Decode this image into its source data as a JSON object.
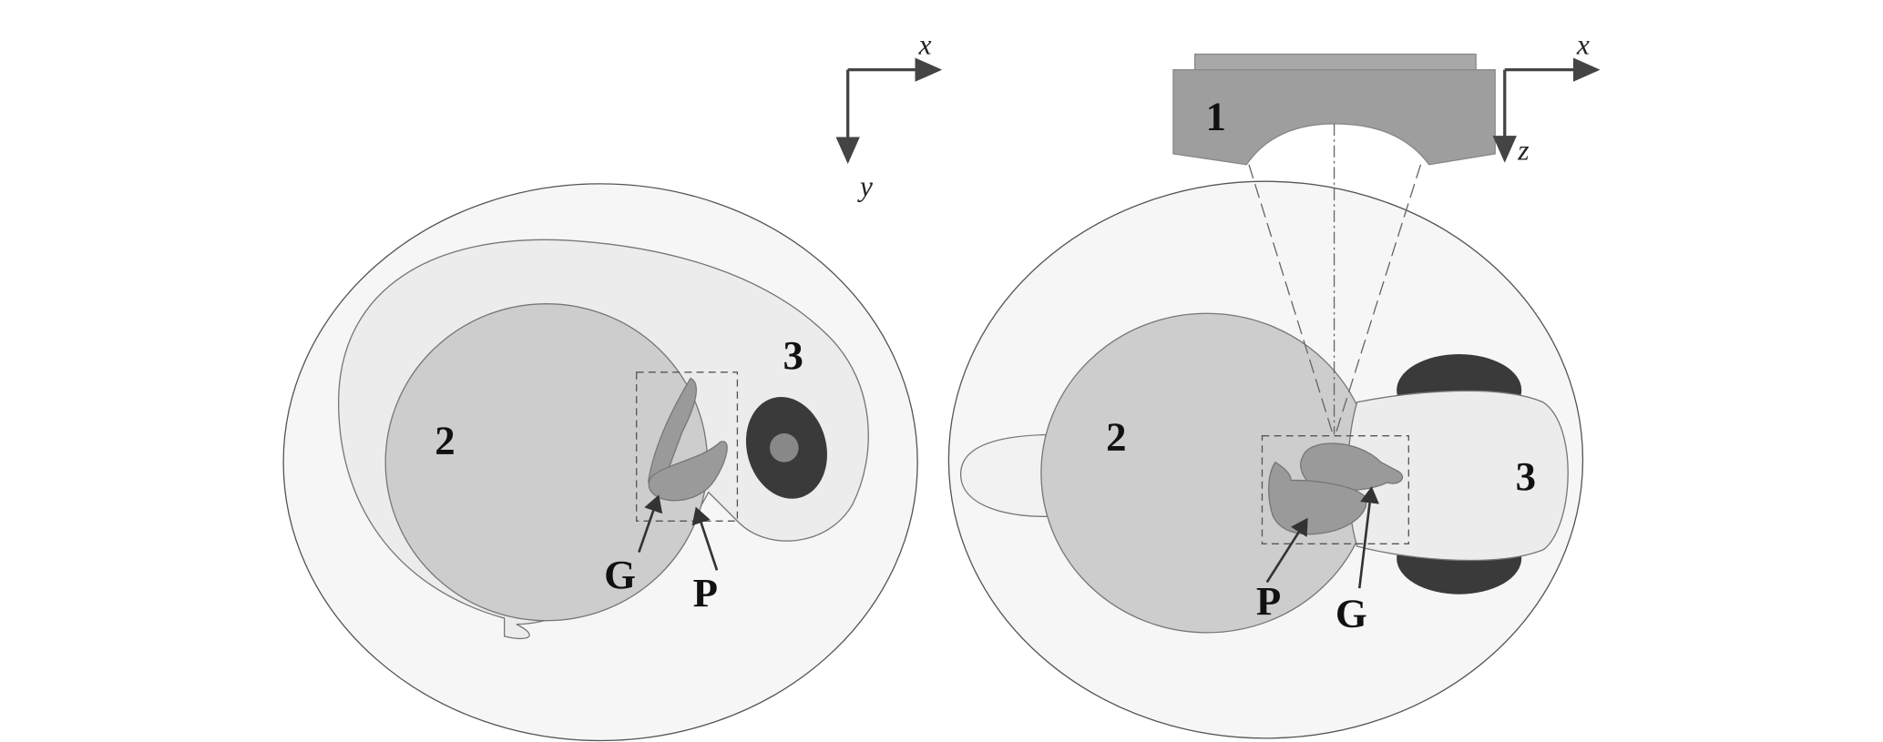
{
  "left_view": {
    "axes": {
      "horizontal": "x",
      "vertical": "y"
    },
    "labels": {
      "yolk": "2",
      "head": "3",
      "gut": "G",
      "pancreas": "P"
    }
  },
  "right_view": {
    "axes": {
      "horizontal": "x",
      "vertical": "z"
    },
    "labels": {
      "transducer": "1",
      "yolk": "2",
      "head": "3",
      "pancreas": "P",
      "gut": "G"
    }
  },
  "colors": {
    "transducer": "#9e9e9e",
    "yolk": "#cdcdcd",
    "organ": "#9a9a9a",
    "eye": "#3a3a3a",
    "body": "#ececec",
    "chorion": "#f6f6f6"
  }
}
